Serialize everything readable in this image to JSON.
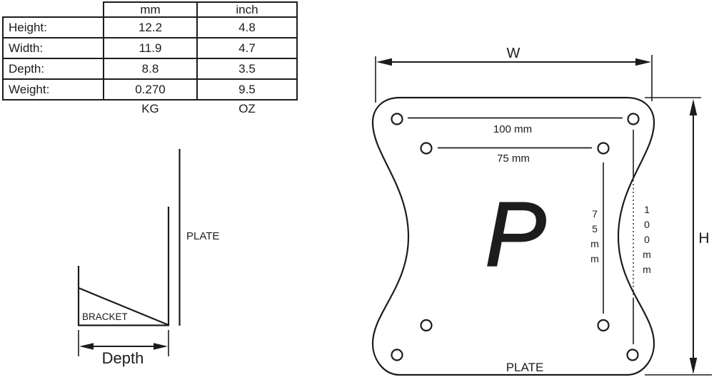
{
  "colors": {
    "line": "#1c1c1c",
    "background": "#ffffff"
  },
  "spec_table": {
    "unit_headers": [
      "mm",
      "inch"
    ],
    "rows": [
      {
        "label": "Height:",
        "mm": "12.2",
        "inch": "4.8"
      },
      {
        "label": "Width:",
        "mm": "11.9",
        "inch": "4.7"
      },
      {
        "label": "Depth:",
        "mm": "8.8",
        "inch": "3.5"
      },
      {
        "label": "Weight:",
        "mm": "0.270",
        "inch": "9.5"
      }
    ],
    "unit_footers": [
      "KG",
      "OZ"
    ]
  },
  "side_view": {
    "plate_label": "PLATE",
    "bracket_label": "BRACKET",
    "depth_label": "Depth"
  },
  "plate_view": {
    "width_label": "W",
    "height_label": "H",
    "top_hole_spacing": "100 mm",
    "inner_hole_spacing": "75 mm",
    "vertical_inner_spacing": "75mm",
    "vertical_outer_spacing": "100mm",
    "plate_label": "PLATE",
    "logo_letter": "P"
  }
}
